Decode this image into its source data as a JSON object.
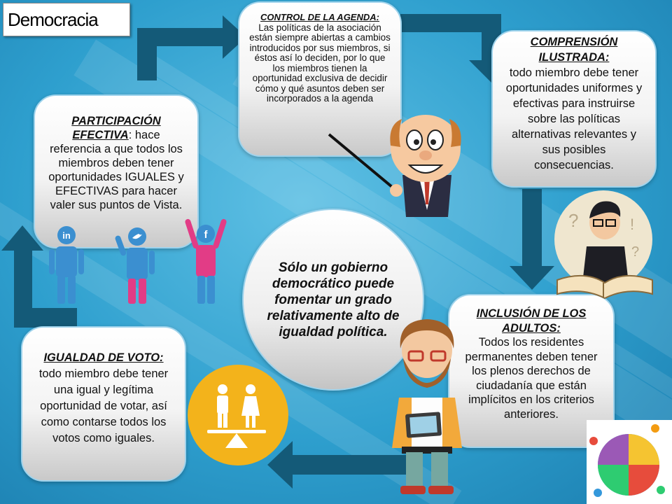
{
  "title": "Democracia",
  "boxes": {
    "control": {
      "heading": "CONTROL DE LA AGENDA:",
      "body": "Las políticas de la asociación están siempre abiertas a cambios introducidos por sus miembros, si éstos así lo deciden, por lo que los miembros tienen la oportunidad exclusiva de decidir cómo y qué asuntos deben ser incorporados a la agenda"
    },
    "comprension": {
      "heading": "COMPRENSIÓN ILUSTRADA:",
      "body": "todo miembro debe tener oportunidades uniformes y efectivas para instruirse sobre las políticas alternativas relevantes y sus posibles consecuencias."
    },
    "participacion": {
      "heading": "PARTICIPACIÓN EFECTIVA",
      "body": ": hace referencia a que todos los miembros deben tener oportunidades IGUALES y EFECTIVAS para hacer valer sus puntos de Vista."
    },
    "inclusion": {
      "heading": "INCLUSIÓN DE LOS ADULTOS:",
      "body": "Todos los residentes permanentes deben tener los plenos derechos de ciudadanía que están implícitos en los criterios anteriores."
    },
    "igualdad": {
      "heading": "IGUALDAD DE VOTO:",
      "body": "todo miembro debe tener una igual y legítima oportunidad de votar, así como contarse todos los votos como iguales."
    }
  },
  "center_text": "Sólo un gobierno democrático puede fomentar un grado relativamente alto de igualdad política.",
  "icons": [
    "linkedin-icon",
    "twitter-icon",
    "facebook-icon",
    "gender-equality-icon",
    "puzzle-team-icon"
  ],
  "colors": {
    "arrow": "#145a78",
    "background": "#2e9fce",
    "equality_circle": "#f3b31b",
    "figure_blue": "#3b8fd0",
    "figure_pink": "#e23c86"
  }
}
